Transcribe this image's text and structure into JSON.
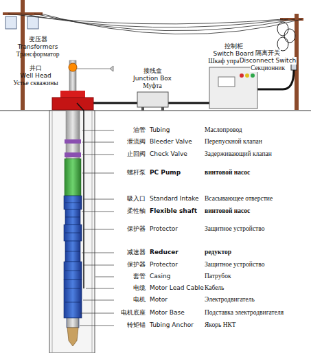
{
  "diagram": {
    "labels": [
      "变压器",
      "Transformers",
      "Трансформатор",
      "井口",
      "Well Head",
      "Устье скважины",
      "接线盒",
      "Junction Box",
      "Муфта",
      "控制柜",
      "Switch Board",
      "Шкаф управления",
      "隔离开关",
      "Disconnect Switch",
      "Секционник",
      "油管",
      "Tubing",
      "Маслопровод",
      "泄流阀",
      "Bleeder Valve",
      "Перепускной клапан",
      "止回阀",
      "Check Valve",
      "Задерживающий клапан",
      "螺杆泵",
      "PC Pump",
      "винтовой насос",
      "吸入口",
      "Standard Intake",
      "Всасывающее отверстие",
      "柔性轴",
      "Flexible shaft",
      "винтовой насос",
      "保护器",
      "Protector",
      "Защитное устройство",
      "减速器",
      "Reducer",
      "редуктор",
      "保护器",
      "Protector",
      "Защитное устройство",
      "套管",
      "Casing",
      "Патрубок",
      "电缆",
      "Motor Lead Cable",
      "Кабель",
      "电机",
      "Motor",
      "Электродвигатель",
      "电机底座",
      "Motor Base",
      "Подставка электродвигателя",
      "转矩锚",
      "Tubing Anchor",
      "Якорь НКТ"
    ]
  }
}
